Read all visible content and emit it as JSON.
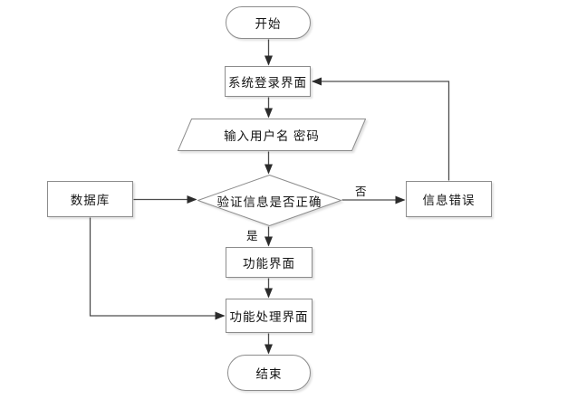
{
  "diagram": {
    "nodes": {
      "start": {
        "label": "开始",
        "type": "terminator"
      },
      "login": {
        "label": "系统登录界面",
        "type": "process"
      },
      "input": {
        "label": "输入用户名 密码",
        "type": "io-parallelogram"
      },
      "verify": {
        "label": "验证信息是否正确",
        "type": "decision"
      },
      "database": {
        "label": "数据库",
        "type": "process"
      },
      "error": {
        "label": "信息错误",
        "type": "process"
      },
      "function": {
        "label": "功能界面",
        "type": "process"
      },
      "process": {
        "label": "功能处理界面",
        "type": "process"
      },
      "end": {
        "label": "结束",
        "type": "terminator"
      }
    },
    "edge_labels": {
      "yes": "是",
      "no": "否"
    },
    "colors": {
      "background": "#ffffff",
      "node_fill": "#ffffff",
      "node_border": "#8c8c8c",
      "line": "#4d4d4d",
      "arrowhead": "#2b2b2b",
      "text": "#141414"
    }
  }
}
